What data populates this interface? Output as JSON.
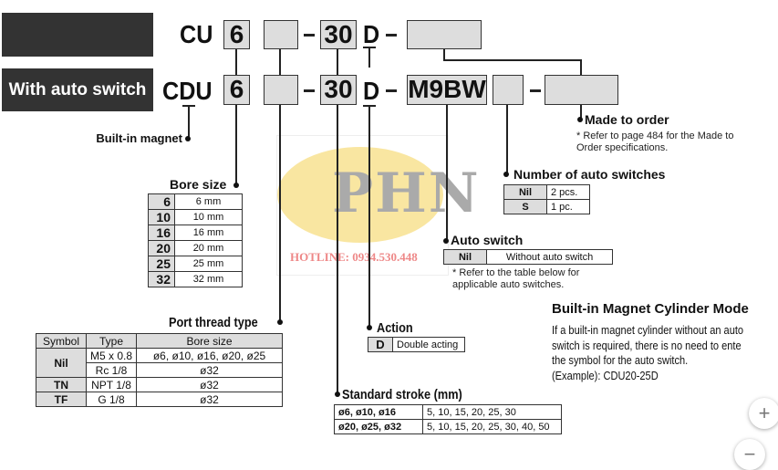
{
  "row1": {
    "prefix": "CU",
    "bore": "6",
    "stroke": "30",
    "action": "D"
  },
  "row2": {
    "label": "With auto switch",
    "prefix": "CDU",
    "bore": "6",
    "stroke": "30",
    "action": "D",
    "switch": "M9BW"
  },
  "labels": {
    "magnet": "Built-in magnet",
    "bore": "Bore size",
    "port": "Port thread type",
    "action": "Action",
    "stroke": "Standard stroke (mm)",
    "auto_switch": "Auto switch",
    "num_switches": "Number of auto switches",
    "made_to_order": "Made to order"
  },
  "bore_table": [
    [
      "6",
      "6 mm"
    ],
    [
      "10",
      "10 mm"
    ],
    [
      "16",
      "16 mm"
    ],
    [
      "20",
      "20 mm"
    ],
    [
      "25",
      "25 mm"
    ],
    [
      "32",
      "32 mm"
    ]
  ],
  "port_table": {
    "headers": [
      "Symbol",
      "Type",
      "Bore size"
    ],
    "rows": [
      [
        "Nil",
        "M5 x 0.8",
        "ø6, ø10, ø16, ø20, ø25"
      ],
      [
        "",
        "Rc 1/8",
        "ø32"
      ],
      [
        "TN",
        "NPT 1/8",
        "ø32"
      ],
      [
        "TF",
        "G 1/8",
        "ø32"
      ]
    ]
  },
  "action_table": [
    [
      "D",
      "Double acting"
    ]
  ],
  "stroke_table": [
    [
      "ø6, ø10, ø16",
      "5, 10, 15, 20, 25, 30"
    ],
    [
      "ø20, ø25, ø32",
      "5, 10, 15, 20, 25, 30, 40, 50"
    ]
  ],
  "auto_switch_table": [
    [
      "Nil",
      "Without auto switch"
    ]
  ],
  "auto_switch_note": "Refer to the table below for applicable auto switches.",
  "num_table": [
    [
      "Nil",
      "2 pcs."
    ],
    [
      "S",
      "1 pc."
    ]
  ],
  "made_note": "Refer to page 484 for the Made to Order specifications.",
  "side": {
    "title": "Built-in Magnet Cylinder Mode",
    "lines": [
      "If a built-in magnet cylinder without an auto",
      "switch is required, there is no need to ente",
      "the symbol for the auto switch.",
      "(Example): CDU20-25D"
    ]
  },
  "watermark": {
    "logo": "PHN",
    "hotline": "HOTLINE: 0934.530.448"
  },
  "zoom": {
    "in": "+",
    "out": "−"
  }
}
